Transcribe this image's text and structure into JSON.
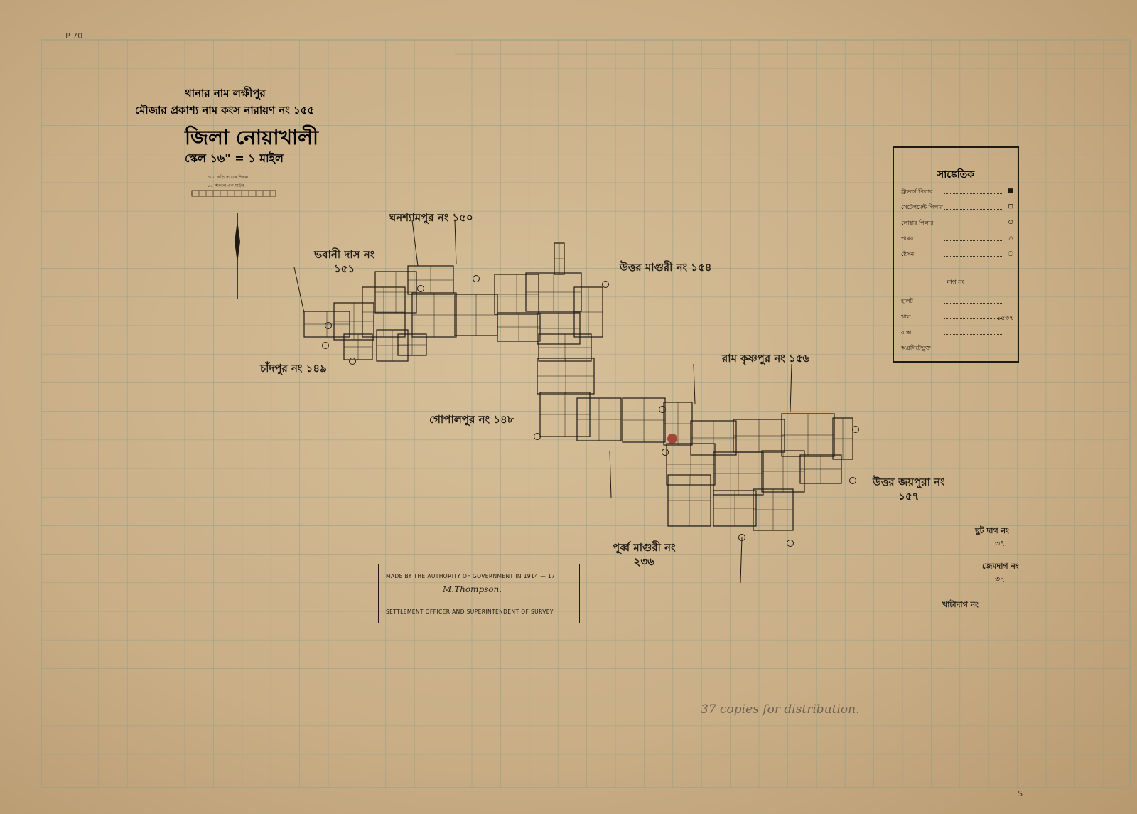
{
  "sheet_code": "P 70",
  "corner_mark": "S",
  "title": {
    "thana": "থানার নাম লক্ষীপুর",
    "mouza": "মৌজার প্রকাশ্য নাম কংস নারায়ণ নং ১৫৫",
    "district": "জিলা নোয়াখালী",
    "scale": "স্কেল ১৬\" = ১ মাইল"
  },
  "scale_bar_notes": [
    "১০০ কড়িতে এক শিকল",
    "৮০ শিকলে এক মাইল"
  ],
  "villages": {
    "ghanashyampur": "ঘনশ্যামপুর নং ১৫০",
    "bhabanidas": {
      "name": "ভবানী দাস নং",
      "num": "১৫১"
    },
    "uttar_magura": "উত্তর মাগুরী নং ১৫৪",
    "chandpur": "চাঁদপুর নং ১৪৯",
    "ramkrishnapur": "রাম কৃষ্ণপুর নং ১৫৬",
    "gopalpur": "গোপালপুর নং ১৪৮",
    "uttar_joypur": {
      "name": "উত্তর জয়পুরা নং",
      "num": "১৫৭"
    },
    "purba_magura": {
      "name": "পূর্ব্ব মাগুরী নং",
      "num": "২৩৬"
    }
  },
  "legend": {
    "title": "সাঙ্কেতিক",
    "items": [
      {
        "label": "ট্রাভার্স পিলার",
        "symbol": "■"
      },
      {
        "label": "সেটেলমেন্ট পিলার",
        "symbol": "⊡"
      },
      {
        "label": "লোহার পিলার",
        "symbol": "⊙"
      },
      {
        "label": "পাথর",
        "symbol": "△"
      },
      {
        "label": "ষ্টেসন",
        "symbol": "○"
      }
    ],
    "dag_title": "দাগ নং",
    "dag_rows": [
      {
        "label": "হালট",
        "value": ""
      },
      {
        "label": "খাল",
        "value": "১৫৩৭"
      },
      {
        "label": "রাস্তা",
        "value": ""
      },
      {
        "label": "অগ্রগিটেভুক্ত",
        "value": ""
      }
    ]
  },
  "right_notes": {
    "chut_dag": "ছুট দাগ নং",
    "chut_dag_value": "৩৭",
    "jomi_dag": "জেমদাগ নং",
    "jomi_dag_value": "৩৭",
    "khatadag": "খাটাদাগ নং"
  },
  "authority": {
    "line1": "MADE BY THE AUTHORITY OF GOVERNMENT IN 1914 — 17",
    "signature": "M.Thompson.",
    "line2": "SETTLEMENT OFFICER AND SUPERINTENDENT OF SURVEY"
  },
  "pencil_note": "37 copies for distribution.",
  "colors": {
    "paper": "#cfb690",
    "ink": "#1f1a14",
    "grid": "#8fa08a",
    "pencil": "#6e6152"
  }
}
